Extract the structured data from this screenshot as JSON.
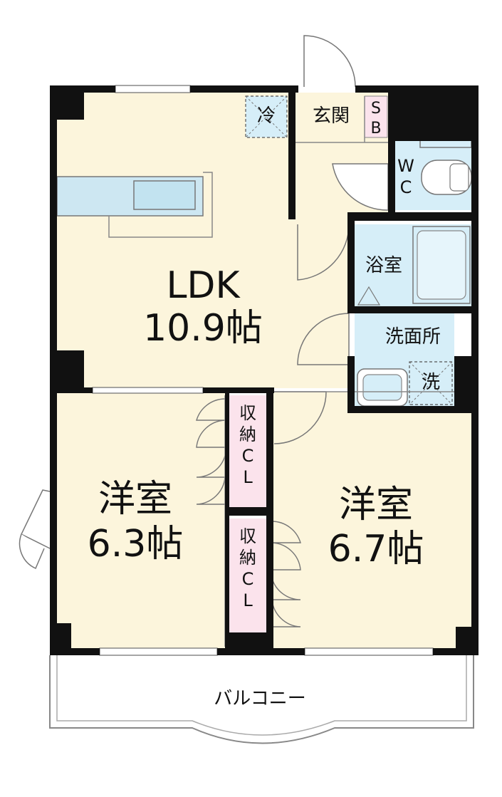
{
  "ldk": {
    "name": "LDK",
    "size": "10.9帖"
  },
  "western_left": {
    "name": "洋室",
    "size": "6.3帖"
  },
  "western_right": {
    "name": "洋室",
    "size": "6.7帖"
  },
  "genkan": "玄関",
  "shoe_box": [
    "S",
    "B"
  ],
  "wc": [
    "W",
    "C"
  ],
  "bath": "浴室",
  "washroom": "洗面所",
  "fridge": "冷",
  "washer": "洗",
  "closet_upper": [
    "収",
    "納",
    "C",
    "L"
  ],
  "closet_lower": [
    "収",
    "納",
    "C",
    "L"
  ],
  "balcony": "バルコニー",
  "colors": {
    "room": "#fcf5dc",
    "wet": "#d6eef8",
    "closet": "#fbe3ec",
    "wall": "#111111",
    "line": "#777777"
  }
}
